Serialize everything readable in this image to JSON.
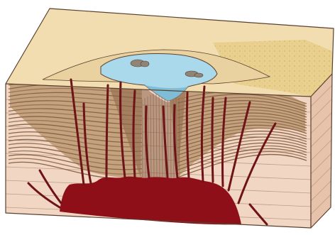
{
  "diagram": {
    "labels": [],
    "colors": {
      "background": "#ffffff",
      "surface_top": "#f1ddb0",
      "surface_sand": "#e9d08e",
      "crust_front": "#f2d6c4",
      "crust_side": "#e6c3aa",
      "layer_lines": "#7a5a3c",
      "strata_dark": "#8a6448",
      "strata_light": "#c4a27e",
      "water": "#a9d9ea",
      "water_shadow": "#7fbdd6",
      "magma": "#8e0f17",
      "dikes": "#6e1318",
      "outline": "#5b4130"
    },
    "features": [
      {
        "name": "crater-lake",
        "icon": "water"
      },
      {
        "name": "collapsed-strata",
        "icon": "layered-rock"
      },
      {
        "name": "magma-chamber",
        "icon": "magma"
      },
      {
        "name": "feeder-dikes",
        "icon": "cracks"
      },
      {
        "name": "rock-debris",
        "icon": "boulders"
      }
    ]
  }
}
